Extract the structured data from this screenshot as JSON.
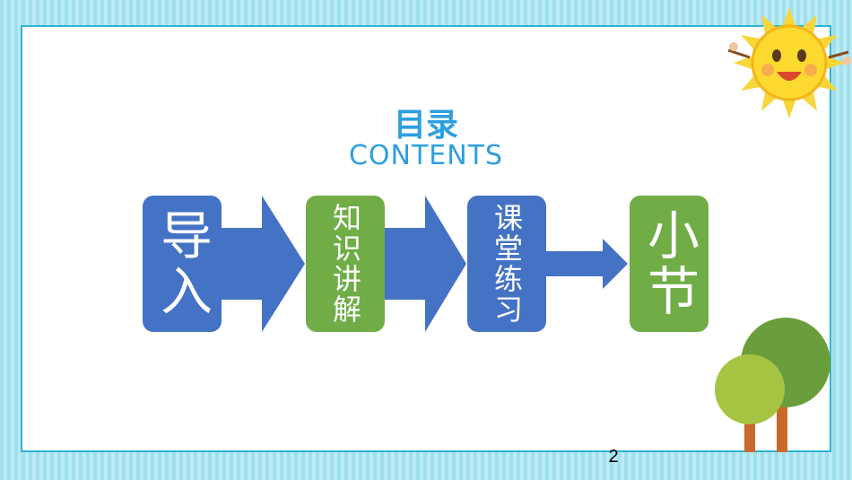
{
  "slide": {
    "title": "目录",
    "subtitle": "CONTENTS",
    "page_number": "2"
  },
  "flow": {
    "steps": [
      {
        "label": "导入",
        "color": "#4472c4"
      },
      {
        "label": "知识讲解",
        "color": "#70ad47"
      },
      {
        "label": "课堂练习",
        "color": "#4472c4"
      },
      {
        "label": "小节",
        "color": "#70ad47"
      }
    ]
  },
  "colors": {
    "accent": "#2e9fe0",
    "border": "#2cb5d6",
    "arrow": "#4472c4"
  },
  "decorations": [
    "sun-icon",
    "tree-icon"
  ]
}
